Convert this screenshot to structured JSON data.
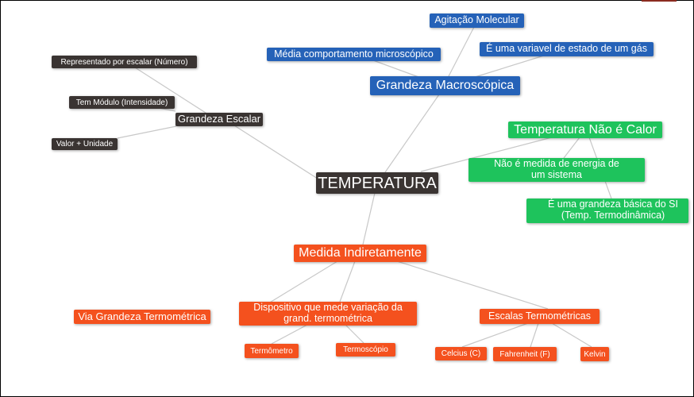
{
  "root": "TEMPERATURA",
  "colors": {
    "root": "#3a3432",
    "escalar": "#3a3432",
    "macro": "#2562b8",
    "calor": "#1ec35c",
    "medida": "#f4511e",
    "links": "#c8c8c8"
  },
  "escalar": {
    "label": "Grandeza Escalar",
    "children": [
      "Representado por escalar (Número)",
      "Tem Módulo (Intensidade)",
      "Valor + Unidade"
    ]
  },
  "macro": {
    "label": "Grandeza Macroscópica",
    "children": [
      "Agitação Molecular",
      "Média comportamento microscópico",
      "É uma variavel de estado de um gás"
    ]
  },
  "calor": {
    "label": "Temperatura Não é Calor",
    "children": [
      "Não é medida de energia de um sistema",
      "É uma grandeza básica do SI (Temp. Termodinâmica)"
    ]
  },
  "medida": {
    "label": "Medida Indiretamente",
    "via": "Via Grandeza Termométrica",
    "dispositivo": {
      "label": "Dispositivo que mede variação da grand. termométrica",
      "children": [
        "Termômetro",
        "Termoscópio"
      ]
    },
    "escalas": {
      "label": "Escalas Termométricas",
      "children": [
        "Celcius (C)",
        "Fahrenheit (F)",
        "Kelvin"
      ]
    }
  }
}
